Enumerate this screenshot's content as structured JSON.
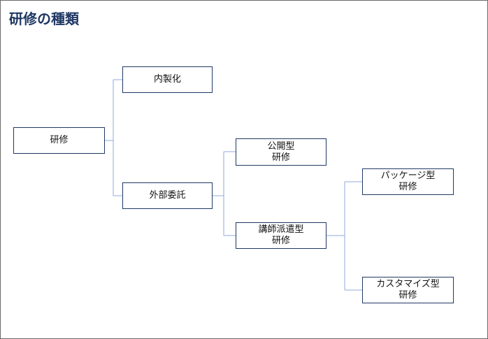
{
  "title": "研修の種類",
  "colors": {
    "title": "#1f3864",
    "box_border": "#1f3864",
    "connector": "#8faadc"
  },
  "nodes": {
    "root": {
      "line1": "研修"
    },
    "insource": {
      "line1": "内製化"
    },
    "outsource": {
      "line1": "外部委託"
    },
    "open": {
      "line1": "公開型",
      "line2": "研修"
    },
    "dispatch": {
      "line1": "講師派遣型",
      "line2": "研修"
    },
    "package": {
      "line1": "パッケージ型",
      "line2": "研修"
    },
    "custom": {
      "line1": "カスタマイズ型",
      "line2": "研修"
    }
  }
}
